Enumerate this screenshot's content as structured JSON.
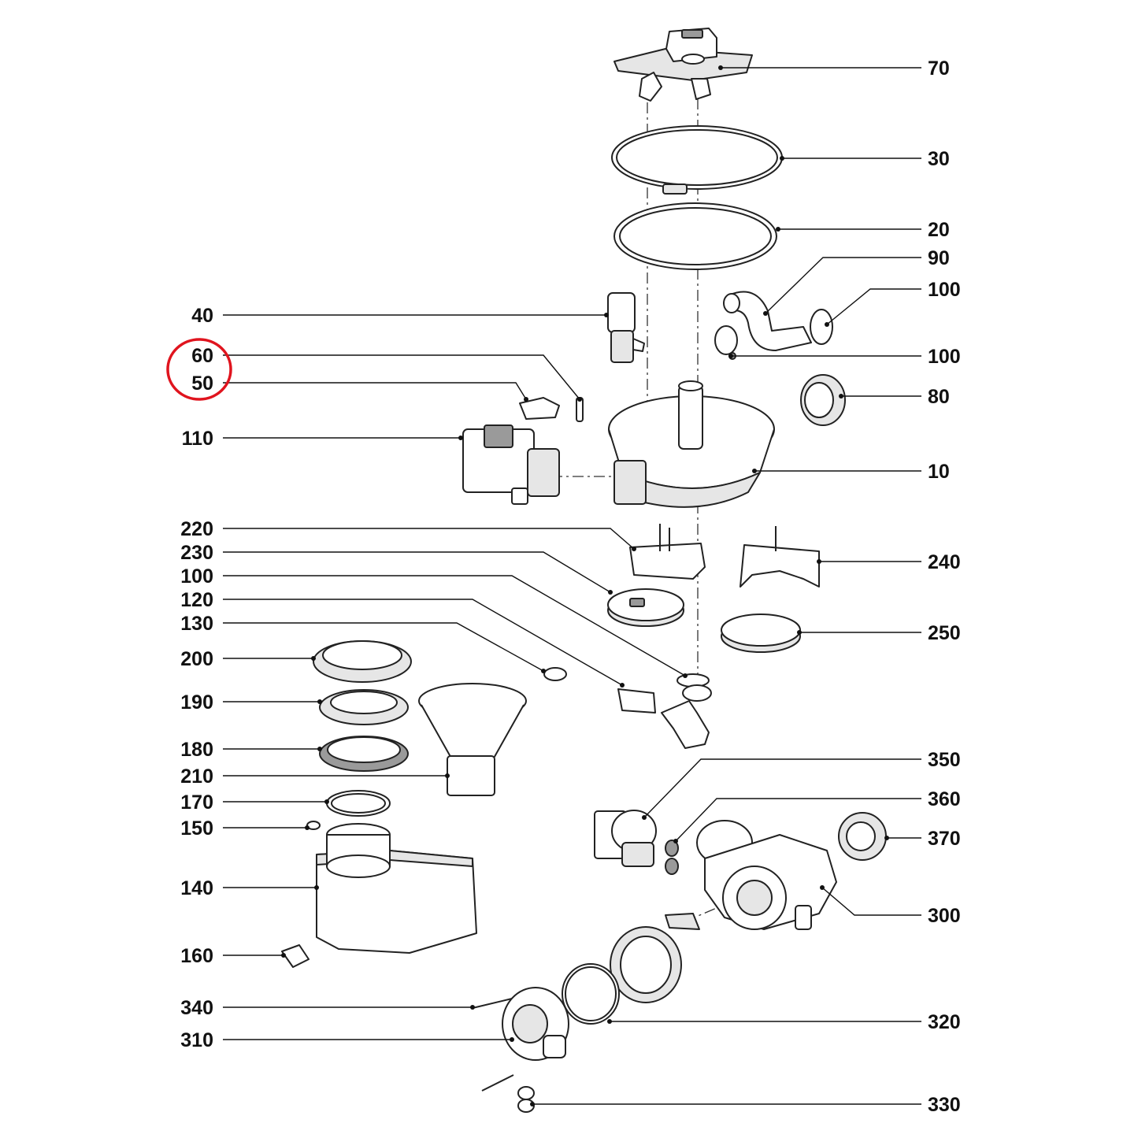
{
  "labels": {
    "right": [
      "70",
      "30",
      "20",
      "90",
      "100",
      "100",
      "80",
      "10",
      "240",
      "250",
      "350",
      "360",
      "370",
      "300",
      "320",
      "330"
    ],
    "left": [
      "40",
      "60",
      "50",
      "110",
      "220",
      "230",
      "100",
      "120",
      "130",
      "200",
      "190",
      "180",
      "210",
      "170",
      "150",
      "140",
      "160",
      "340",
      "310"
    ]
  },
  "colors": {
    "highlight": "#e0141e",
    "line": "#111111",
    "background": "#ffffff"
  }
}
